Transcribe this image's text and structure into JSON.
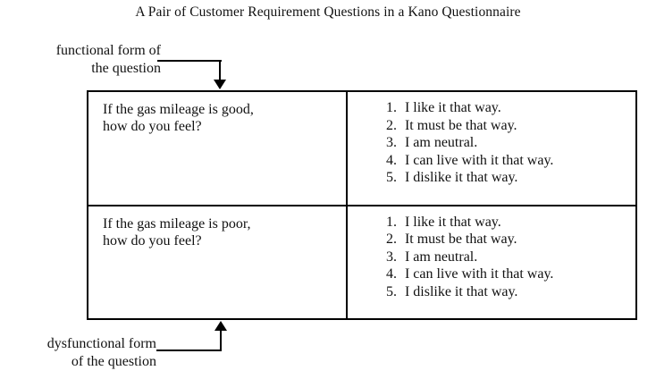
{
  "figure": {
    "title": "A Pair of Customer Requirement Questions in a Kano Questionnaire",
    "line_color": "#000000",
    "background_color": "#ffffff",
    "text_color": "#111111"
  },
  "callouts": {
    "functional": {
      "line1": "functional form of",
      "line2": "the question",
      "arrow": "arrow-down-icon"
    },
    "dysfunctional": {
      "line1": "dysfunctional form",
      "line2": "of the question",
      "arrow": "arrow-up-icon"
    }
  },
  "table": {
    "rows": [
      {
        "question": {
          "line1": "If the gas mileage is good,",
          "line2": "how do you feel?"
        },
        "answers": [
          {
            "num": "1.",
            "text": "I like it that way."
          },
          {
            "num": "2.",
            "text": "It must be that way."
          },
          {
            "num": "3.",
            "text": "I am neutral."
          },
          {
            "num": "4.",
            "text": "I can live with it that way."
          },
          {
            "num": "5.",
            "text": "I dislike it that way."
          }
        ]
      },
      {
        "question": {
          "line1": "If the gas mileage is poor,",
          "line2": "how do you feel?"
        },
        "answers": [
          {
            "num": "1.",
            "text": "I like it that way."
          },
          {
            "num": "2.",
            "text": "It must be that way."
          },
          {
            "num": "3.",
            "text": "I am neutral."
          },
          {
            "num": "4.",
            "text": "I can live with it that way."
          },
          {
            "num": "5.",
            "text": "I dislike it that way."
          }
        ]
      }
    ]
  }
}
